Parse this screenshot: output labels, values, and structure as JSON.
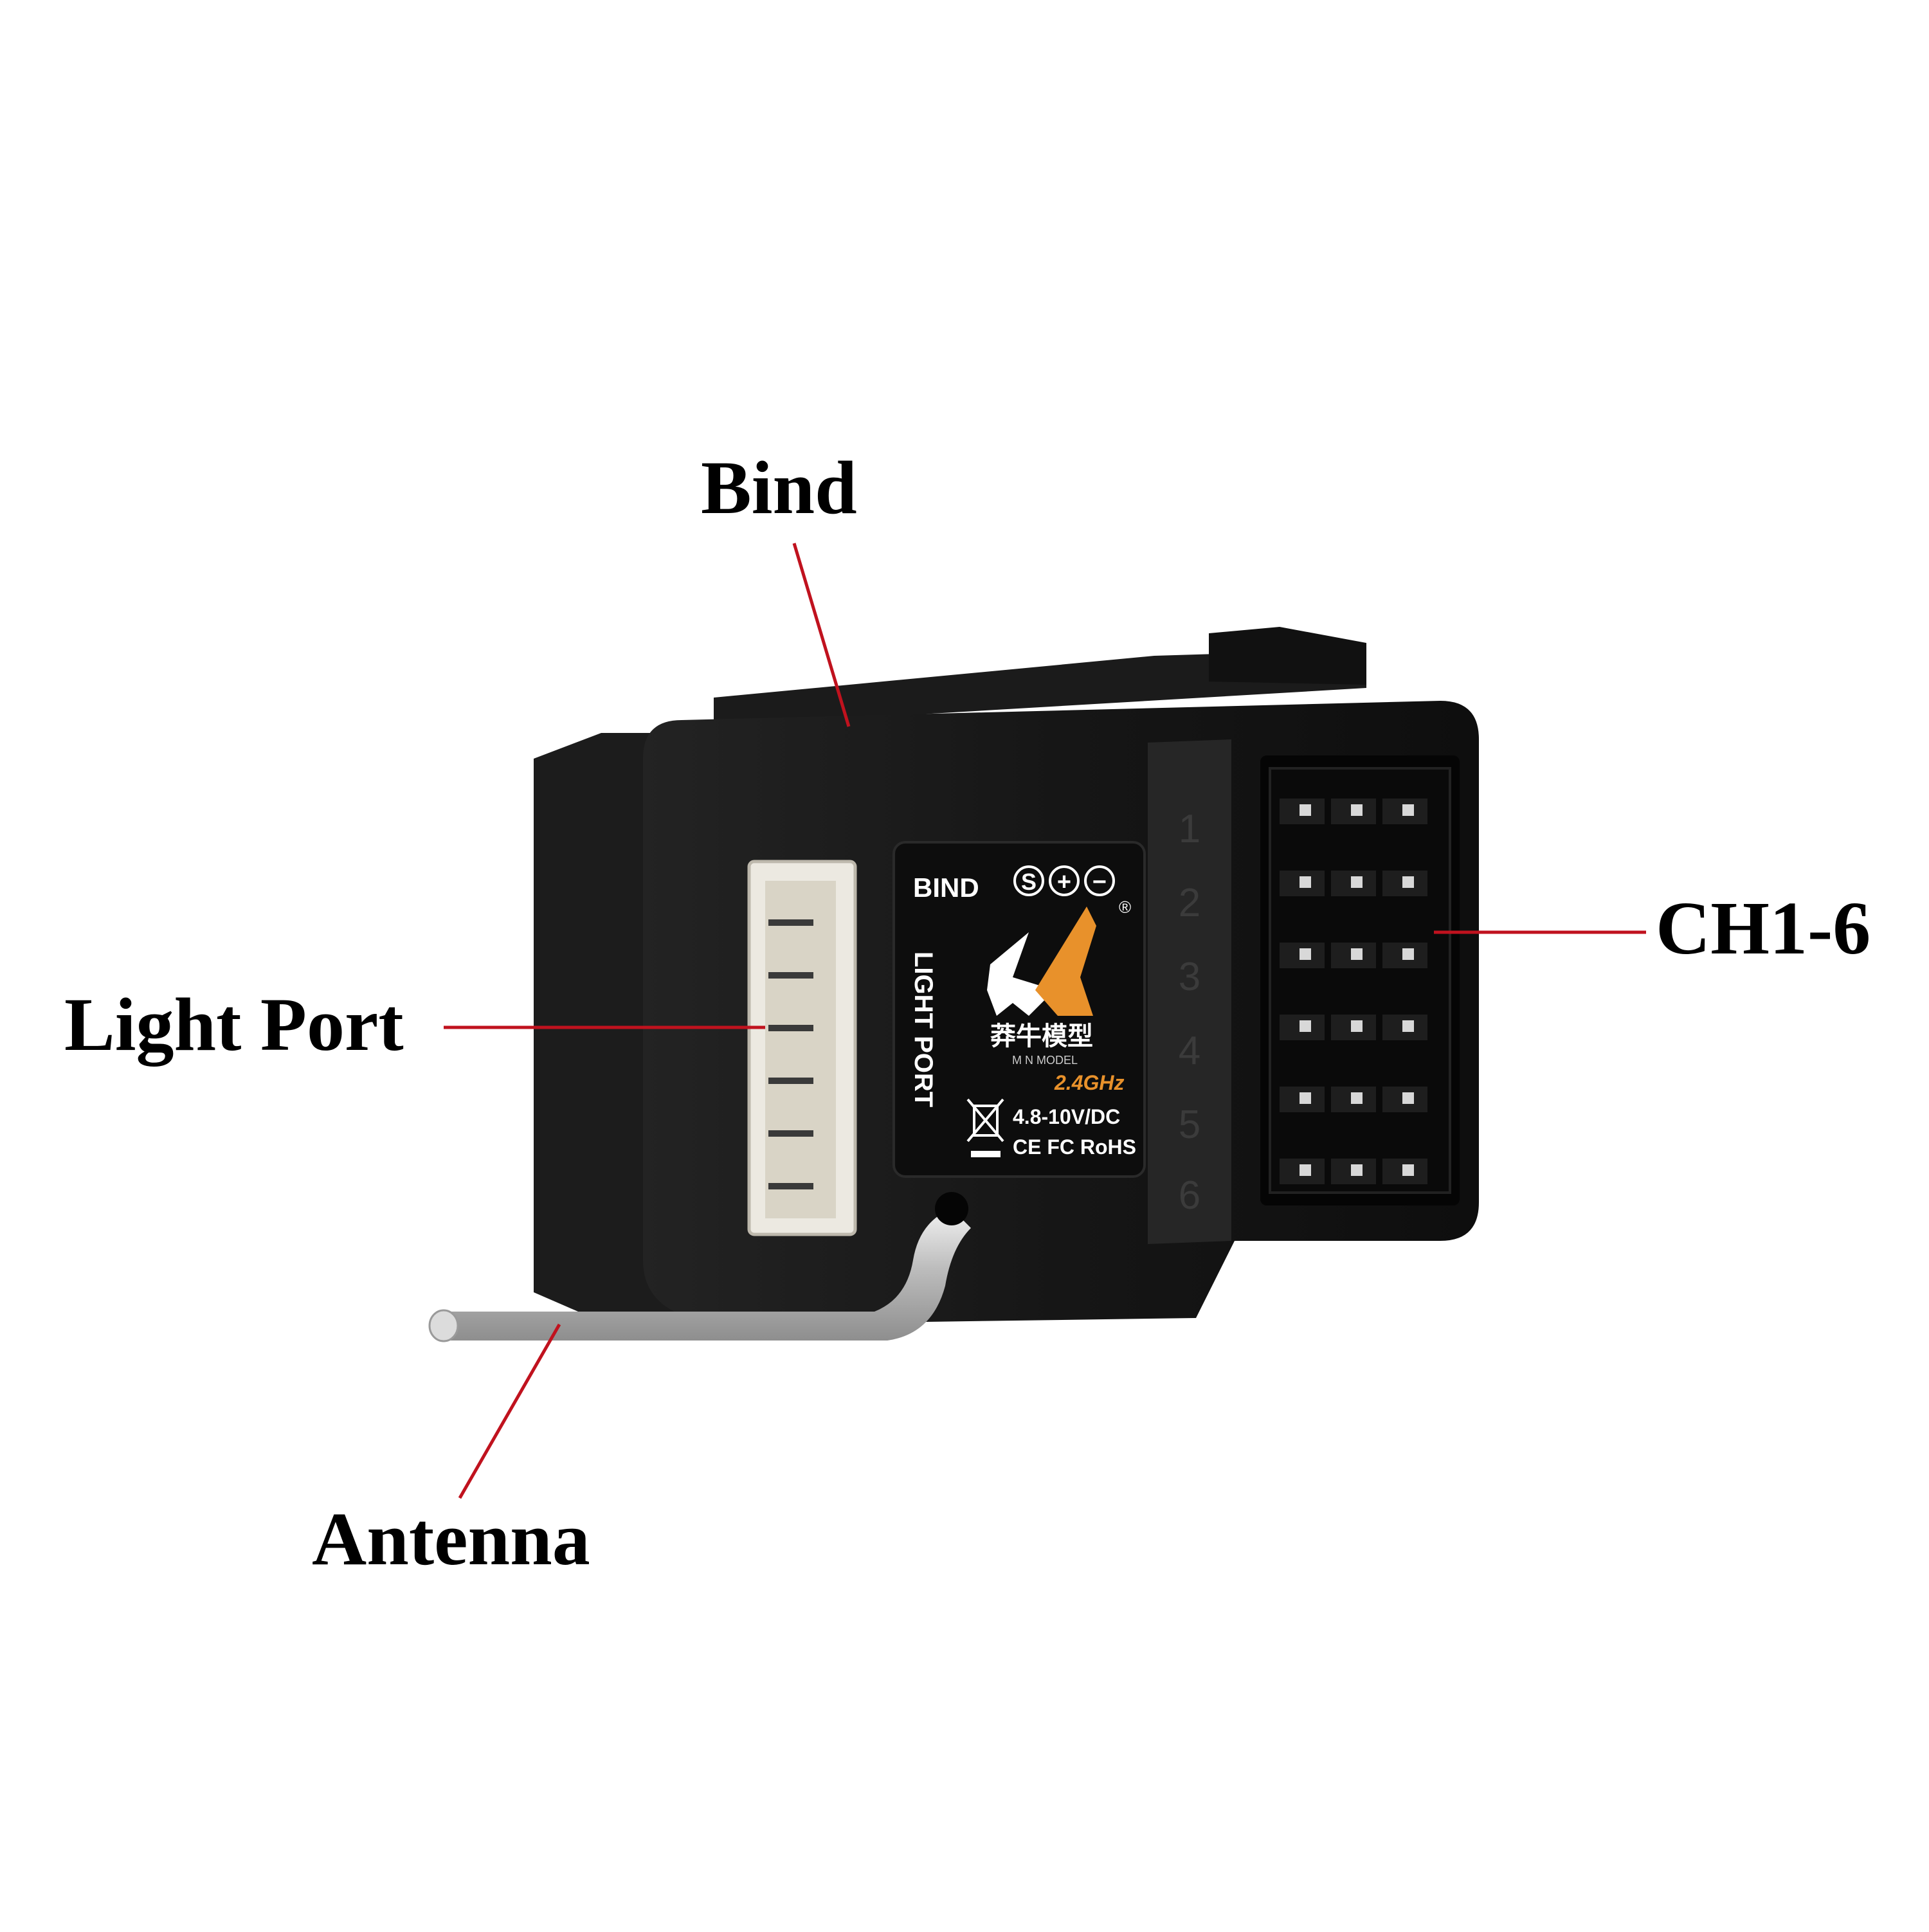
{
  "callouts": {
    "bind": "Bind",
    "channels": "CH1-6",
    "light_port": "Light Port",
    "antenna": "Antenna"
  },
  "colors": {
    "leader_line": "#c0121e",
    "body": "#141414",
    "label_plate": "#0d0d0d",
    "accent_orange": "#e8912b",
    "connector": "#ece9e1"
  },
  "device_label": {
    "bind": "BIND",
    "pin_symbols": [
      "S",
      "+",
      "−"
    ],
    "light_port": "LIGHT PORT",
    "brand_cn": "莽牛模型",
    "brand_en": "M N MODEL",
    "frequency": "2.4GHz",
    "voltage": "4.8-10V/DC",
    "certifications": "CE FC RoHS",
    "registered_mark": "®"
  },
  "channel_numbers": [
    "1",
    "2",
    "3",
    "4",
    "5",
    "6"
  ],
  "icons": [
    "weee-bin-icon",
    "brand-logo-icon"
  ]
}
